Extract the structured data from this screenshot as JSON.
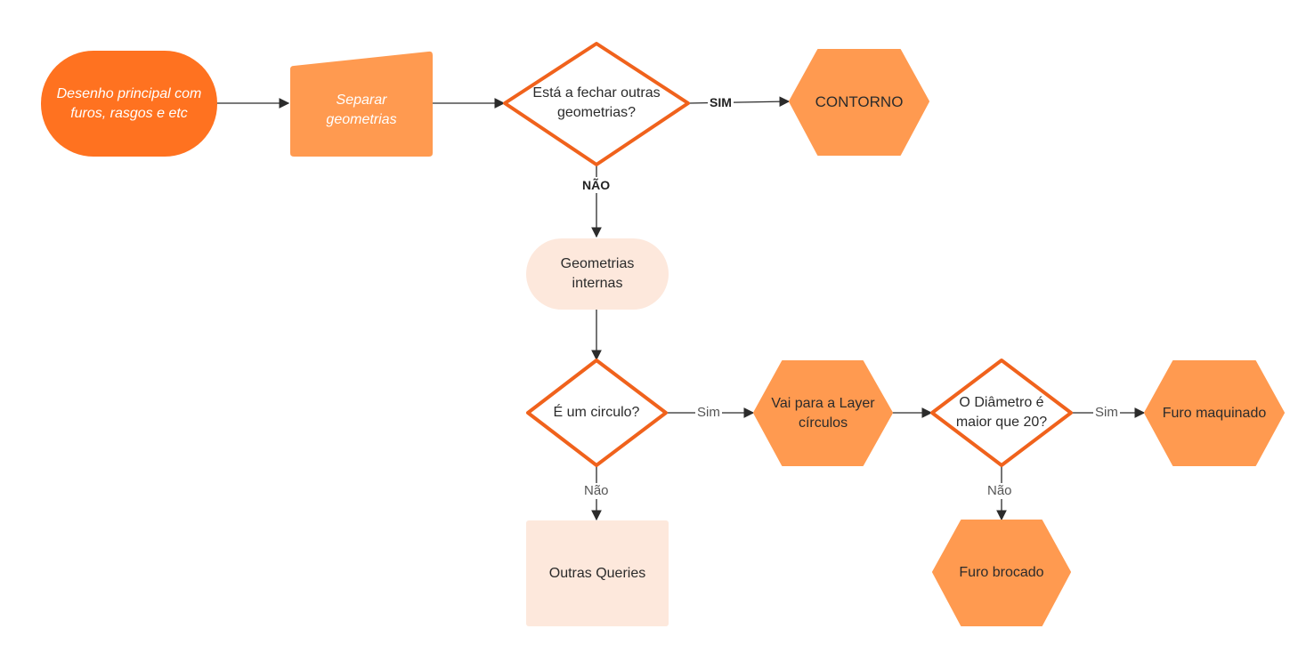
{
  "colors": {
    "accent_dark": "#ff7220",
    "accent": "#ff9a50",
    "pale": "#fde8dc",
    "decision_border": "#f0621c",
    "edge": "#2b2b2b"
  },
  "nodes": {
    "start": "Desenho principal com\nfuros, rasgos e etc",
    "separate": "Separar\ngeometrias",
    "decision_close": "Está a fechar outras\ngeometrias?",
    "contorno": "CONTORNO",
    "internal": "Geometrias\ninternas",
    "decision_circle": "É um circulo?",
    "layer": "Vai para a Layer\ncírculos",
    "decision_diameter": "O Diâmetro é\nmaior que 20?",
    "furo_maquinado": "Furo maquinado",
    "outras_queries": "Outras Queries",
    "furo_brocado": "Furo brocado"
  },
  "edge_labels": {
    "close_yes": "SIM",
    "close_no": "NÃO",
    "circle_yes": "Sim",
    "circle_no": "Não",
    "diameter_yes": "Sim",
    "diameter_no": "Não"
  }
}
